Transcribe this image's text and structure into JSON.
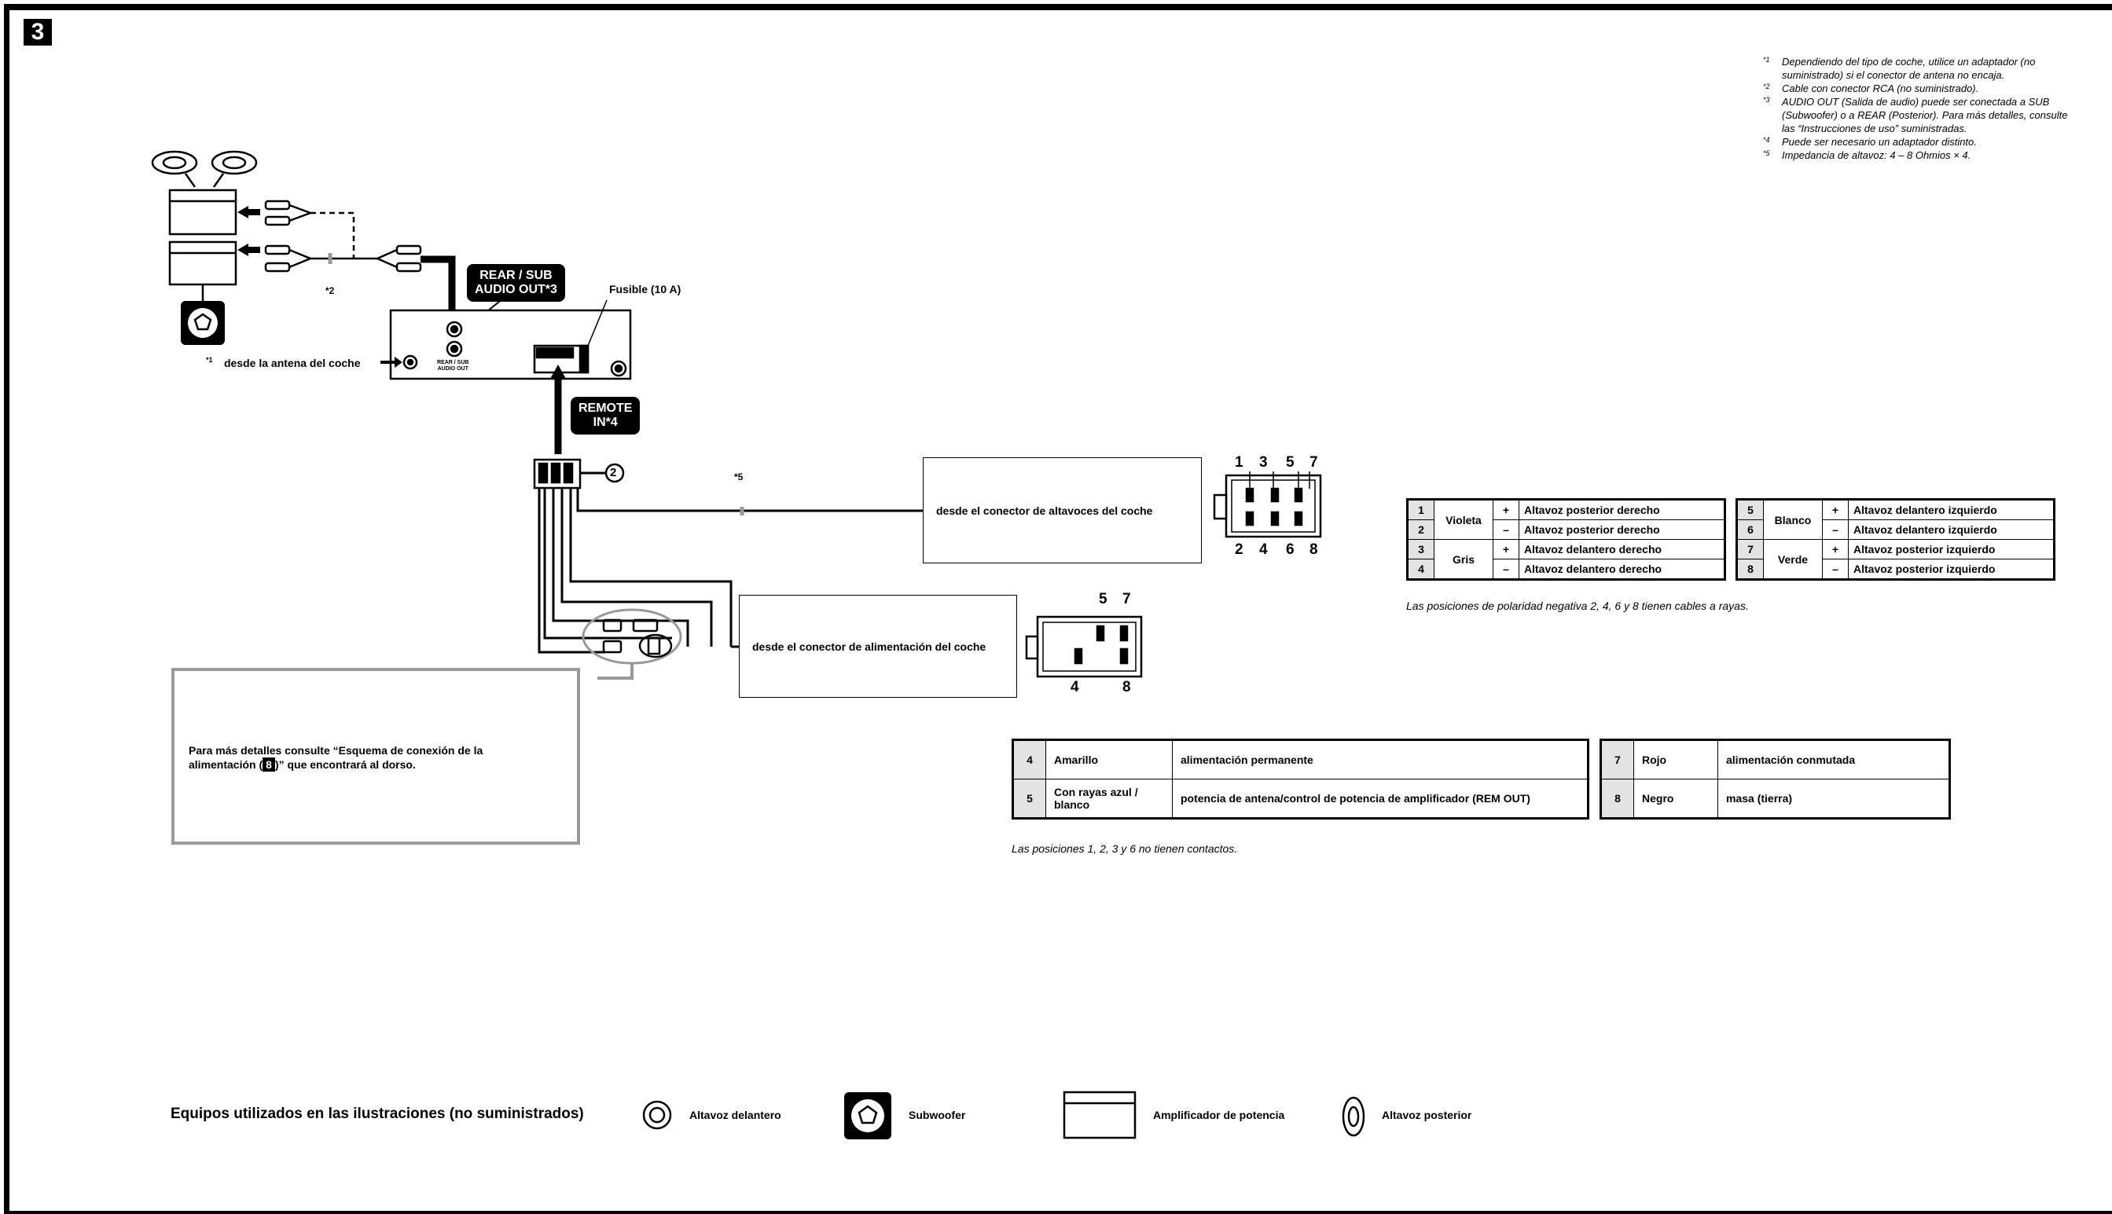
{
  "section_number": "3",
  "notes": [
    {
      "mark": "*1",
      "text": "Dependiendo del tipo de coche, utilice un adaptador (no suministrado) si el conector de antena no encaja."
    },
    {
      "mark": "*2",
      "text": "Cable con conector RCA (no suministrado)."
    },
    {
      "mark": "*3",
      "text": "AUDIO OUT (Salida de audio) puede ser conectada a SUB (Subwoofer) o a REAR (Posterior). Para más detalles, consulte las “Instrucciones de uso” suministradas."
    },
    {
      "mark": "*4",
      "text": "Puede ser necesario un adaptador distinto."
    },
    {
      "mark": "*5",
      "text": "Impedancia de altavoz: 4 – 8 Ohmios × 4."
    }
  ],
  "labels": {
    "rear_sub_audio_out": "REAR / SUB\nAUDIO OUT*3",
    "fuse": "Fusible (10 A)",
    "antenna_mark": "*1",
    "antenna": "desde la antena del coche",
    "rca_mark": "*2",
    "unit_port": "REAR / SUB\nAUDIO OUT",
    "remote_in": "REMOTE\nIN*4",
    "connector_num": "2",
    "speaker_mark": "*5",
    "speaker_connector": "desde el conector de altavoces del coche",
    "power_connector": "desde el conector de alimentación del coche",
    "speaker_pins_top": [
      "1",
      "3",
      "5",
      "7"
    ],
    "speaker_pins_bottom": [
      "2",
      "4",
      "6",
      "8"
    ],
    "power_pins_top": [
      "5",
      "7"
    ],
    "power_pins_bottom": [
      "4",
      "8"
    ]
  },
  "callout": {
    "text_pre": "Para más detalles consulte “Esquema de conexión de la alimentación (",
    "ref": "8",
    "text_post": ")” que encontrará al dorso."
  },
  "speaker_table_left": [
    {
      "pin": "1",
      "color": "Violeta",
      "sign": "+",
      "desc": "Altavoz posterior derecho"
    },
    {
      "pin": "2",
      "color": "",
      "sign": "–",
      "desc": "Altavoz posterior derecho"
    },
    {
      "pin": "3",
      "color": "Gris",
      "sign": "+",
      "desc": "Altavoz delantero derecho"
    },
    {
      "pin": "4",
      "color": "",
      "sign": "–",
      "desc": "Altavoz delantero derecho"
    }
  ],
  "speaker_table_right": [
    {
      "pin": "5",
      "color": "Blanco",
      "sign": "+",
      "desc": "Altavoz delantero izquierdo"
    },
    {
      "pin": "6",
      "color": "",
      "sign": "–",
      "desc": "Altavoz delantero izquierdo"
    },
    {
      "pin": "7",
      "color": "Verde",
      "sign": "+",
      "desc": "Altavoz posterior izquierdo"
    },
    {
      "pin": "8",
      "color": "",
      "sign": "–",
      "desc": "Altavoz posterior izquierdo"
    }
  ],
  "speaker_note": "Las posiciones de polaridad negativa 2, 4, 6 y 8 tienen cables a rayas.",
  "power_table_left": [
    {
      "pin": "4",
      "color": "Amarillo",
      "desc": "alimentación permanente"
    },
    {
      "pin": "5",
      "color": "Con rayas azul / blanco",
      "desc": "potencia de antena/control de potencia de amplificador (REM OUT)"
    }
  ],
  "power_table_right": [
    {
      "pin": "7",
      "color": "Rojo",
      "desc": "alimentación conmutada"
    },
    {
      "pin": "8",
      "color": "Negro",
      "desc": "masa (tierra)"
    }
  ],
  "power_note": "Las posiciones 1, 2, 3 y 6 no tienen contactos.",
  "legend": {
    "title": "Equipos utilizados en las ilustraciones (no suministrados)",
    "items": [
      {
        "icon": "front-speaker-icon",
        "label": "Altavoz delantero"
      },
      {
        "icon": "subwoofer-icon",
        "label": "Subwoofer"
      },
      {
        "icon": "power-amplifier-icon",
        "label": "Amplificador de potencia"
      },
      {
        "icon": "rear-speaker-icon",
        "label": "Altavoz posterior"
      }
    ]
  }
}
